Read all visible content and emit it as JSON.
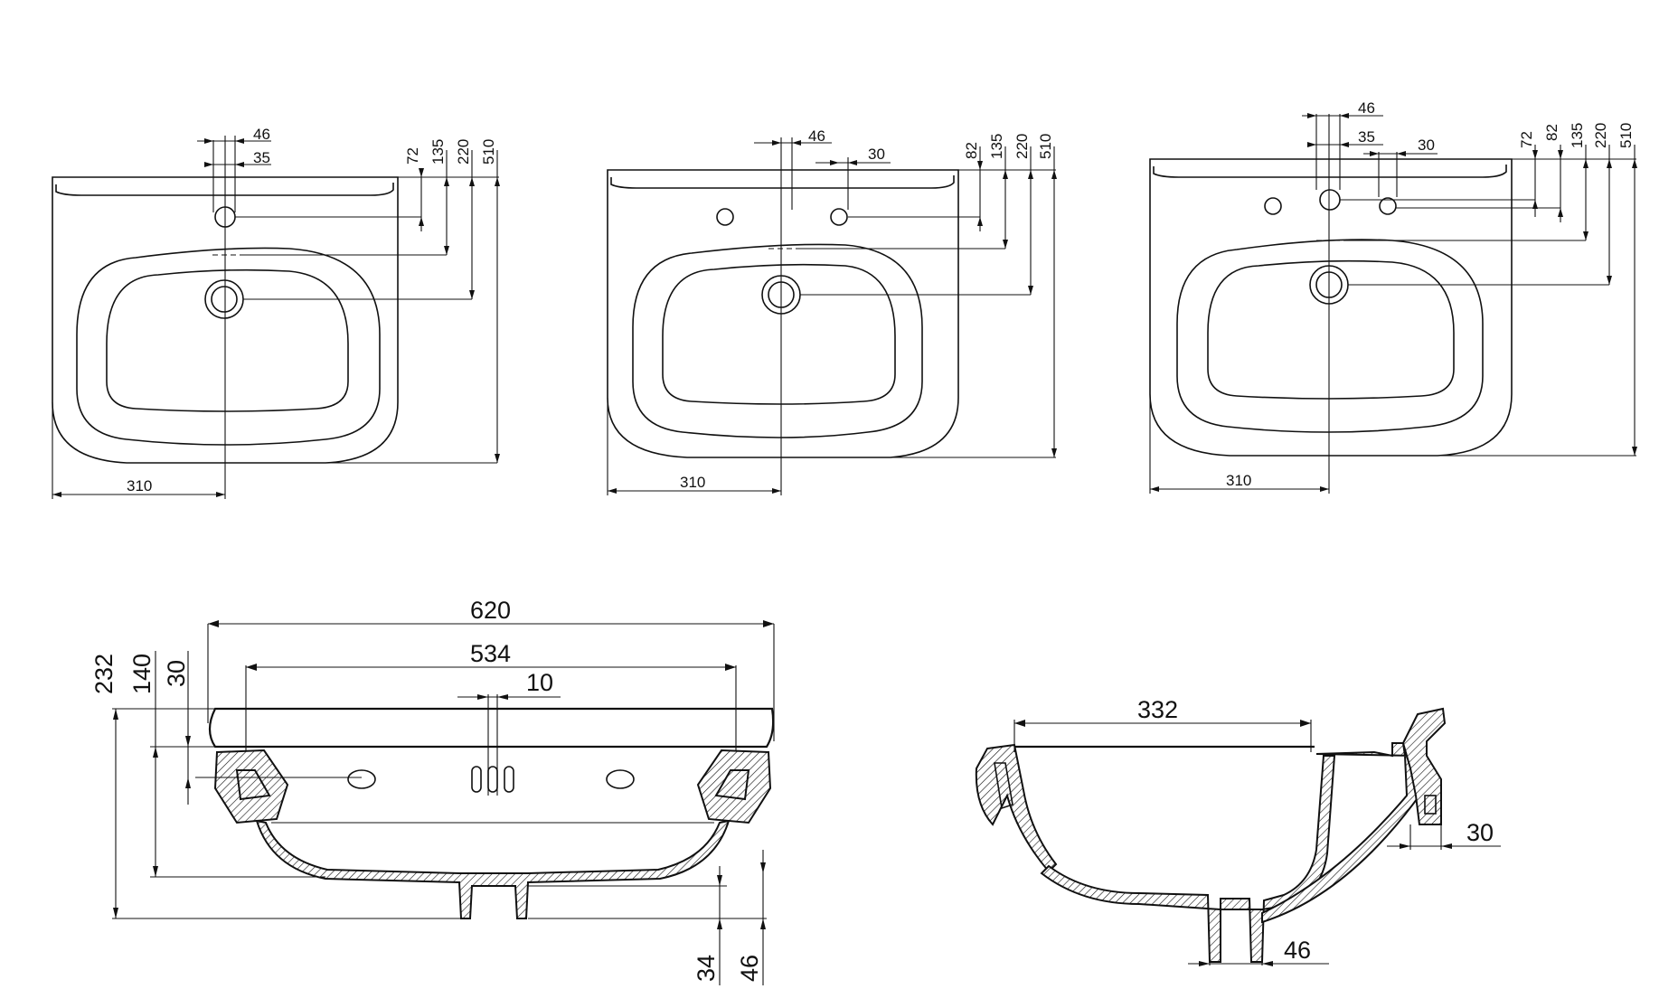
{
  "views": {
    "top1": {
      "w": "310",
      "d46": "46",
      "d35": "35",
      "v72": "72",
      "v135": "135",
      "v220": "220",
      "v510": "510"
    },
    "top2": {
      "w": "310",
      "d46": "46",
      "d30": "30",
      "v82": "82",
      "v135": "135",
      "v220": "220",
      "v510": "510"
    },
    "top3": {
      "w": "310",
      "d46": "46",
      "d35": "35",
      "d30": "30",
      "v72": "72",
      "v82": "82",
      "v135": "135",
      "v220": "220",
      "v510": "510"
    },
    "front": {
      "w620": "620",
      "w534": "534",
      "d10": "10",
      "h232": "232",
      "h140": "140",
      "h30": "30",
      "h34": "34",
      "h46": "46"
    },
    "side": {
      "w332": "332",
      "d30": "30",
      "d46": "46"
    }
  }
}
